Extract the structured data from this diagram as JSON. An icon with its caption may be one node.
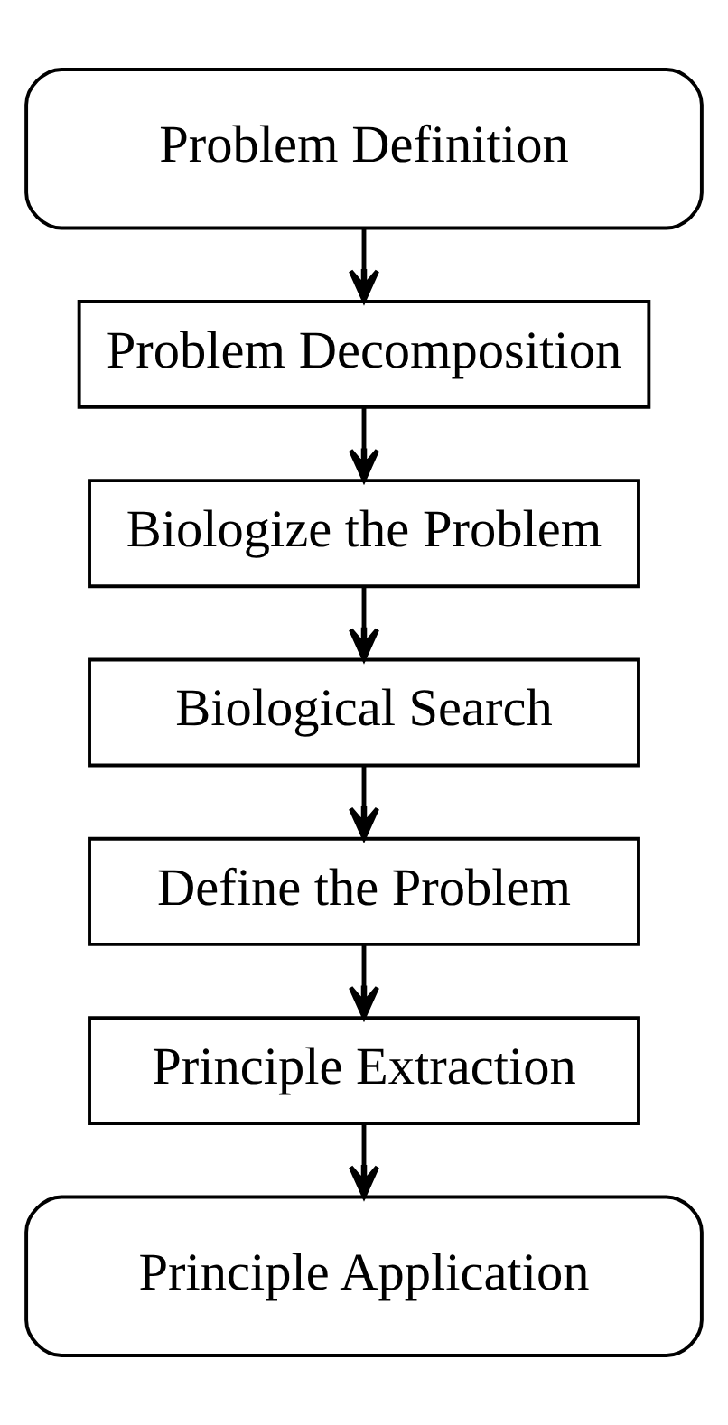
{
  "diagram": {
    "nodes": [
      {
        "text": [
          "Problem Definition"
        ]
      },
      {
        "text": [
          "Problem Decomposition"
        ]
      },
      {
        "text": [
          "Biologize the Problem"
        ]
      },
      {
        "text": [
          "Biological Search"
        ]
      },
      {
        "text": [
          "Define the Problem"
        ]
      },
      {
        "text": [
          "Principle Extraction"
        ]
      },
      {
        "text": [
          "Principle Application"
        ]
      }
    ],
    "edges": [
      {
        "from": 0,
        "to": 1,
        "arrow": "to"
      },
      {
        "from": 1,
        "to": 2,
        "arrow": "to"
      },
      {
        "from": 2,
        "to": 3,
        "arrow": "to"
      },
      {
        "from": 3,
        "to": 4,
        "arrow": "to"
      },
      {
        "from": 4,
        "to": 5,
        "arrow": "to"
      },
      {
        "from": 5,
        "to": 6,
        "arrow": "to"
      }
    ]
  }
}
